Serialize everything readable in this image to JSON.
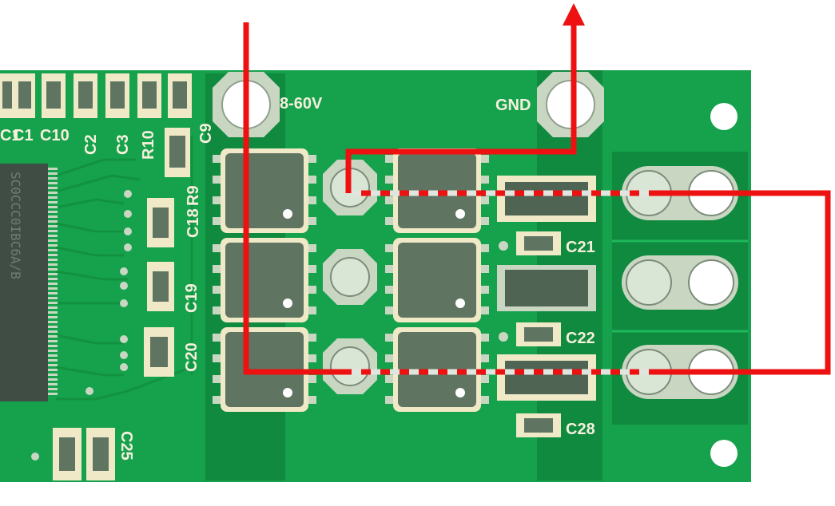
{
  "board": {
    "power_label": "8-60V",
    "gnd_label": "GND",
    "top_caps": [
      "C1",
      "C1",
      "C10",
      "C2",
      "C3",
      "R10",
      "C9"
    ],
    "left_parts": [
      "R9",
      "C18",
      "C19",
      "C20",
      "C25"
    ],
    "right_caps": [
      "C21",
      "C22",
      "C28"
    ],
    "ic_marking": "SC0CCC0IBC6A/B"
  },
  "colors": {
    "pcb": "#16a14d",
    "pcb_dark": "#0f8a3f",
    "pad": "#c9d7c2",
    "mosfet": "#5f7561",
    "current_path": "#ee1111",
    "dashed_alt": "#dfe6e0",
    "silkscreen": "#f5f0dc"
  }
}
